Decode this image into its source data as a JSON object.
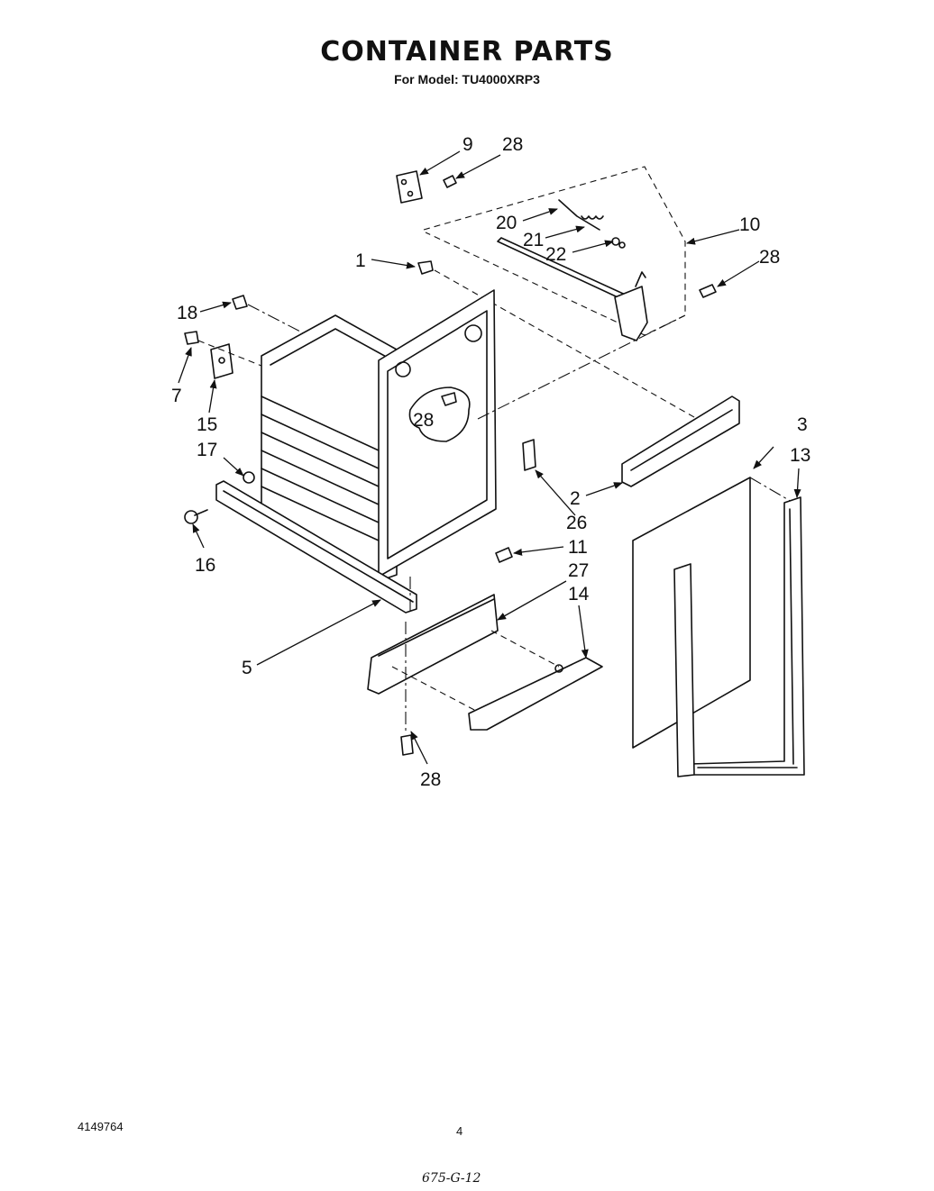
{
  "header": {
    "title": "CONTAINER PARTS",
    "subtitle": "For Model: TU4000XRP3"
  },
  "callouts": [
    "9",
    "28",
    "20",
    "21",
    "22",
    "10",
    "1",
    "28",
    "18",
    "7",
    "15",
    "28",
    "17",
    "16",
    "2",
    "26",
    "3",
    "13",
    "11",
    "27",
    "14",
    "5",
    "28"
  ],
  "footer": {
    "doc_number": "4149764",
    "page_number": "4",
    "handwritten_code": "675-G-12"
  }
}
